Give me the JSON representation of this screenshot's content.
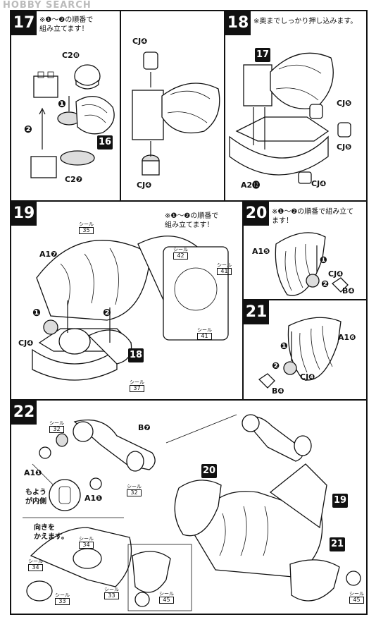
{
  "watermark": "HOBBY SEARCH",
  "steps": {
    "s17": {
      "num": "17",
      "note": "※❶～❷の順番で\n組み立てます！",
      "labels": {
        "c2_8": "C2❽",
        "c2_7": "C2❼",
        "cj4_top": "CJ❹",
        "cj4_bottom": "CJ❹"
      },
      "badge": "16",
      "seq1": "❶",
      "seq2": "❷"
    },
    "s18": {
      "num": "18",
      "note": "※奥までしっかり押し込みます。",
      "labels": {
        "cj5_a": "CJ❺",
        "cj5_b": "CJ❺",
        "a2_12": "A2⓬",
        "cj4": "CJ❹"
      },
      "badge": "17"
    },
    "s19": {
      "num": "19",
      "note": "※❶～❷の順番で\n組み立てます！",
      "labels": {
        "a1_7": "A1❼",
        "cj4": "CJ❹"
      },
      "badge": "18",
      "seals": {
        "s35": "35",
        "s42": "42",
        "s41a": "41",
        "s41b": "41",
        "s37": "37"
      },
      "seal_label": "シール",
      "seq1": "❶",
      "seq2": "❷"
    },
    "s20": {
      "num": "20",
      "note": "※❶～❷の順番で組み立て\nます！",
      "labels": {
        "a1_5": "A1❺",
        "cj4": "CJ❹",
        "b4": "B❹"
      },
      "seq1": "❶",
      "seq2": "❷"
    },
    "s21": {
      "num": "21",
      "labels": {
        "a1_6": "A1❻",
        "cj4": "CJ❹",
        "b4": "B❹"
      },
      "seq1": "❶",
      "seq2": "❷"
    },
    "s22": {
      "num": "22",
      "labels": {
        "b7": "B❼",
        "a1_1a": "A1❶",
        "a1_1b": "A1❶"
      },
      "callout1": "もよう\nが内側",
      "callout2": "向きを\nかえます。",
      "seal_label": "シール",
      "seals": {
        "s32a": "32",
        "s32b": "32",
        "s34a": "34",
        "s34b": "34",
        "s33a": "33",
        "s33b": "33",
        "s45a": "45",
        "s45b": "45"
      },
      "badges": {
        "b20": "20",
        "b19": "19",
        "b21": "21"
      }
    }
  }
}
